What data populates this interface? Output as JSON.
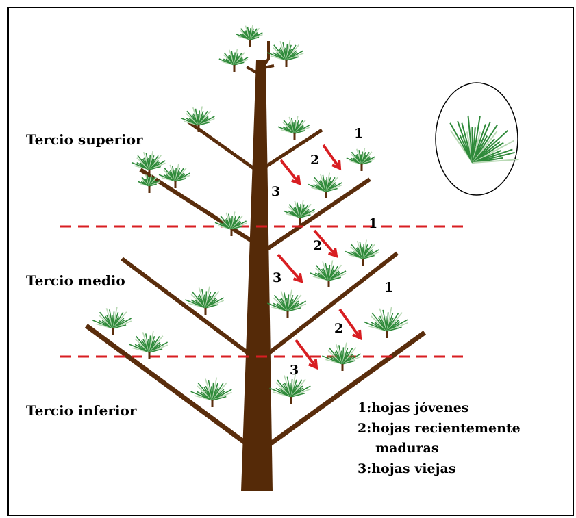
{
  "zones": {
    "upper": "Tercio superior",
    "middle": "Tercio medio",
    "lower": "Tercio inferior"
  },
  "markers": {
    "one": "1",
    "two": "2",
    "three": "3"
  },
  "legend": {
    "line1": "1:hojas jóvenes",
    "line2": "2:hojas recientemente",
    "line2b": "maduras",
    "line3": "3:hojas viejas"
  },
  "colors": {
    "trunk": "#552a08",
    "branch": "#5a2d0c",
    "needles": "#2f8a3a",
    "needles_light": "#b9d9b5",
    "arrow": "#d81e22",
    "dashed_line": "#d81e22"
  },
  "icons": [
    "pine-needle-cluster-icon",
    "red-arrow-icon"
  ]
}
